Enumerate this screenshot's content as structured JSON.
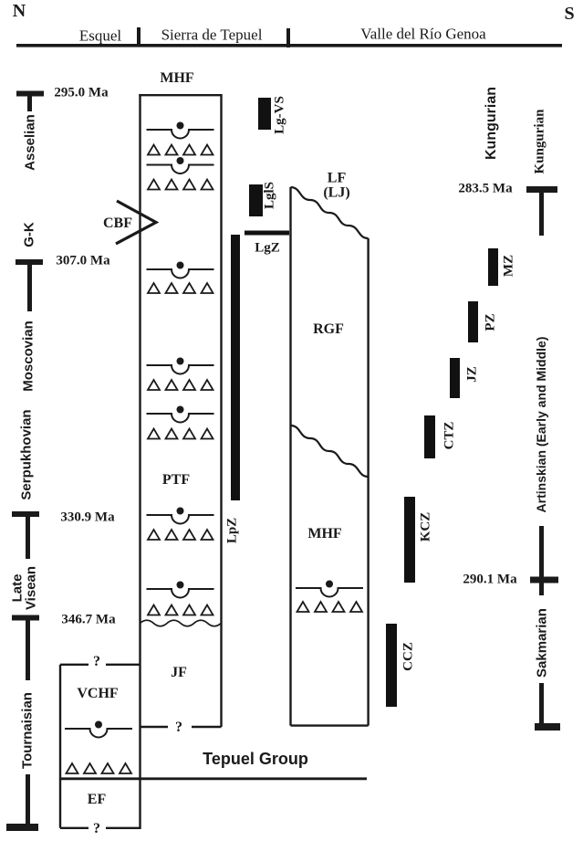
{
  "compass": {
    "north": "N",
    "south": "S"
  },
  "header": {
    "esquel": "Esquel",
    "sierra_de_tepuel": "Sierra de Tepuel",
    "valle_del_rio_genoa": "Valle del Río Genoa"
  },
  "left_axis": {
    "age_295": "295.0 Ma",
    "age_307": "307.0 Ma",
    "age_330": "330.9 Ma",
    "age_346": "346.7 Ma",
    "asselian": "Asselian",
    "g_k": "G-K",
    "moscovian": "Moscovian",
    "serpukhovian": "Serpukhovian",
    "late": "Late",
    "visean": "Visean",
    "tournaisian": "Tournaisian"
  },
  "right_axis": {
    "kungurian": "Kungurian",
    "age_283": "283.5 Ma",
    "artinskian": "Artinskian (Early and Middle)",
    "age_290": "290.1 Ma",
    "sakmarian": "Sakmarian"
  },
  "biozone_axis": {
    "kungurian": "Kungurian"
  },
  "formations": {
    "mhf_tepuel": "MHF",
    "cbf": "CBF",
    "ptf": "PTF",
    "jf": "JF",
    "vchf": "VCHF",
    "ef": "EF",
    "lf_line1": "LF",
    "lf_line2": "(LJ)",
    "rgf": "RGF",
    "mhf_genoa": "MHF",
    "group": "Tepuel Group"
  },
  "biozones": {
    "lg_vs": "Lg-VS",
    "lgls": "LglS",
    "lgz": "LgZ",
    "lpz": "LpZ",
    "mz": "MZ",
    "pz": "PZ",
    "jz": "JZ",
    "ctz": "CTZ",
    "kcz": "KCZ",
    "ccz": "CCZ"
  },
  "marks": {
    "question_vchf_top": "?",
    "question_jf_base": "?",
    "question_ef_base": "?"
  },
  "colors": {
    "ink": "#1a1a1a",
    "bar": "#111111",
    "background": "#ffffff"
  }
}
